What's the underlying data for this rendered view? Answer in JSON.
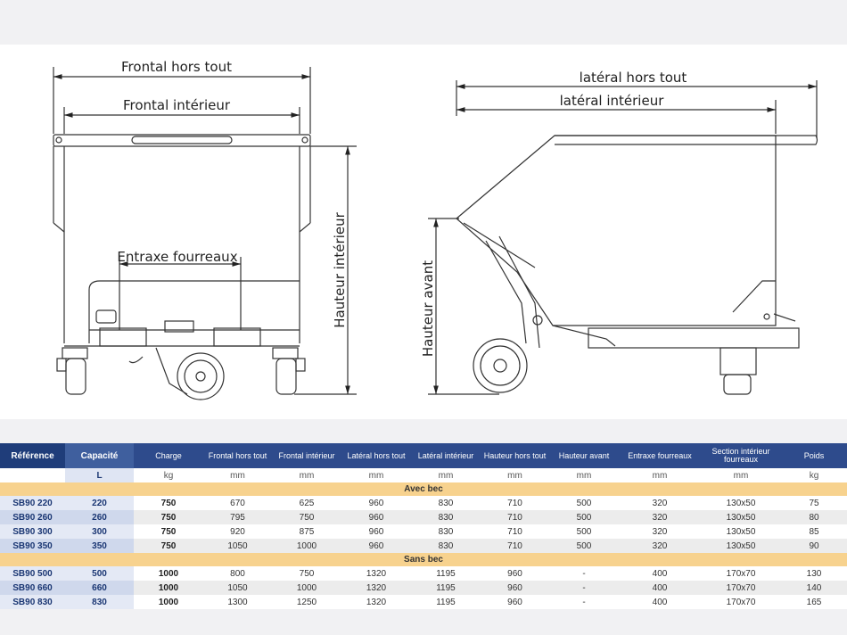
{
  "drawing": {
    "front": {
      "frontal_hors_tout": "Frontal hors tout",
      "frontal_interieur": "Frontal intérieur",
      "entraxe_fourreaux": "Entraxe fourreaux",
      "hauteur_interieur": "Hauteur intérieur"
    },
    "side": {
      "lateral_hors_tout": "latéral hors tout",
      "lateral_interieur": "latéral intérieur",
      "hauteur_avant": "Hauteur avant"
    }
  },
  "table": {
    "headers": [
      "Référence",
      "Capacité",
      "Charge",
      "Frontal hors tout",
      "Frontal intérieur",
      "Latéral hors tout",
      "Latéral intérieur",
      "Hauteur hors tout",
      "Hauteur avant",
      "Entraxe fourreaux",
      "Section intérieur fourreaux",
      "Poids"
    ],
    "units": [
      "",
      "L",
      "kg",
      "mm",
      "mm",
      "mm",
      "mm",
      "mm",
      "mm",
      "mm",
      "mm",
      "kg"
    ],
    "section1": "Avec bec",
    "rows1": [
      [
        "SB90 220",
        "220",
        "750",
        "670",
        "625",
        "960",
        "830",
        "710",
        "500",
        "320",
        "130x50",
        "75"
      ],
      [
        "SB90 260",
        "260",
        "750",
        "795",
        "750",
        "960",
        "830",
        "710",
        "500",
        "320",
        "130x50",
        "80"
      ],
      [
        "SB90 300",
        "300",
        "750",
        "920",
        "875",
        "960",
        "830",
        "710",
        "500",
        "320",
        "130x50",
        "85"
      ],
      [
        "SB90 350",
        "350",
        "750",
        "1050",
        "1000",
        "960",
        "830",
        "710",
        "500",
        "320",
        "130x50",
        "90"
      ]
    ],
    "section2": "Sans bec",
    "rows2": [
      [
        "SB90 500",
        "500",
        "1000",
        "800",
        "750",
        "1320",
        "1195",
        "960",
        "-",
        "400",
        "170x70",
        "130"
      ],
      [
        "SB90 660",
        "660",
        "1000",
        "1050",
        "1000",
        "1320",
        "1195",
        "960",
        "-",
        "400",
        "170x70",
        "140"
      ],
      [
        "SB90 830",
        "830",
        "1000",
        "1300",
        "1250",
        "1320",
        "1195",
        "960",
        "-",
        "400",
        "170x70",
        "165"
      ]
    ]
  },
  "colors": {
    "header_blue": "#2e4b8c",
    "reference_text": "#1a3673",
    "section_band": "#f7d28e"
  }
}
